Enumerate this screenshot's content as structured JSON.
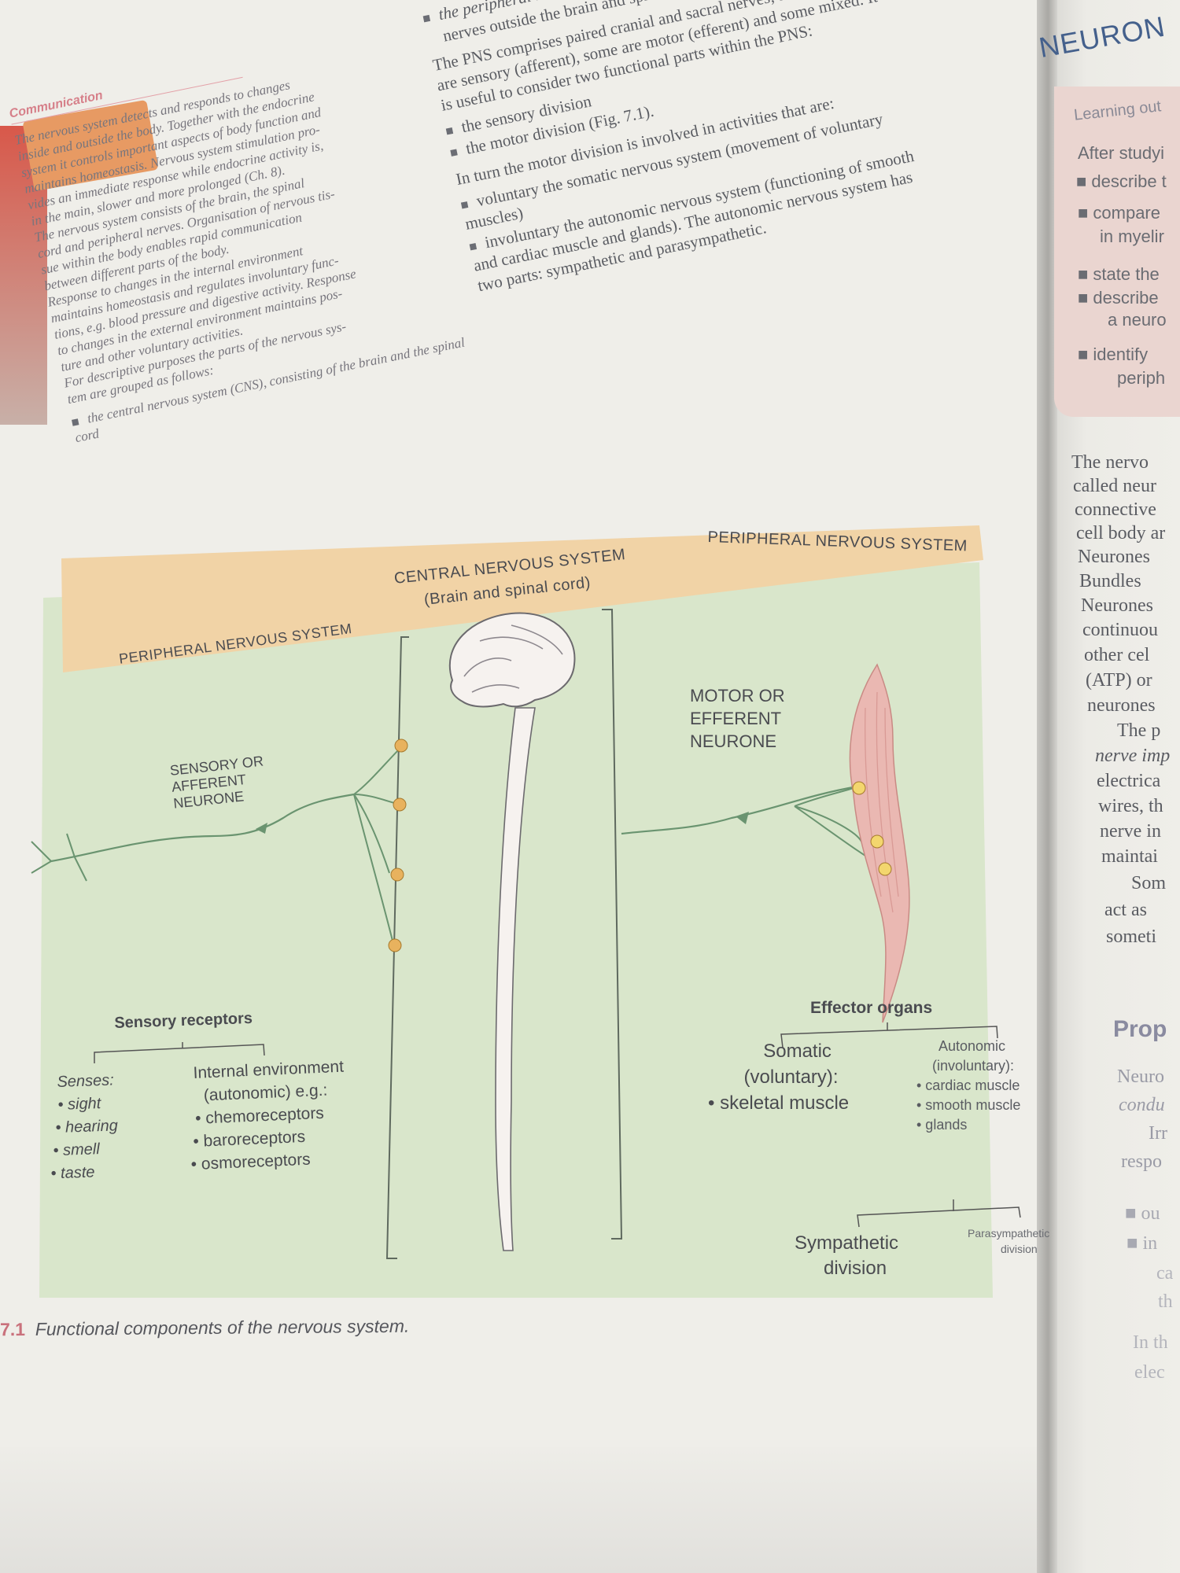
{
  "left_page": {
    "header": "Communication",
    "col_left": [
      "The nervous system detects and responds to changes",
      "inside and outside the body. Together with the endocrine",
      "system it controls important aspects of body function and",
      "maintains homeostasis. Nervous system stimulation pro-",
      "vides an immediate response while endocrine activity is,",
      "in the main, slower and more prolonged (Ch. 8).",
      "The nervous system consists of the brain, the spinal",
      "cord and peripheral nerves. Organisation of nervous tis-",
      "sue within the body enables rapid communication",
      "between different parts of the body.",
      "Response to changes in the internal environment",
      "maintains homeostasis and regulates involuntary func-",
      "tions, e.g. blood pressure and digestive activity. Response",
      "to changes in the external environment maintains pos-",
      "ture and other voluntary activities.",
      "For descriptive purposes the parts of the nervous sys-",
      "tem are grouped as follows:"
    ],
    "col_left_bullet": "the central nervous system (CNS), consisting of the brain and the spinal cord",
    "col_right": [
      "the peripheral nervous system (PNS), consisting of all the",
      "nerves outside the brain and spinal cord."
    ],
    "col_right_para": "The PNS comprises paired cranial and sacral nerves; some of these are sensory (afferent), some are motor (efferent) and some mixed. It is useful to consider two functional parts within the PNS:",
    "col_right_bullets": [
      "the sensory division",
      "the motor division (Fig. 7.1)."
    ],
    "col_right_para2": "In turn the motor division is involved in activities that are:",
    "col_right_bullets2": [
      "voluntary the somatic nervous system (movement of voluntary muscles)",
      "involuntary the autonomic nervous system (functioning of smooth and cardiac muscle and glands). The autonomic nervous system has two parts: sympathetic and parasympathetic."
    ]
  },
  "diagram": {
    "banner_left": "PERIPHERAL NERVOUS SYSTEM",
    "banner_center_1": "CENTRAL NERVOUS SYSTEM",
    "banner_center_2": "(Brain and spinal cord)",
    "banner_right": "PERIPHERAL NERVOUS SYSTEM",
    "sensory_neurone": [
      "SENSORY OR",
      "AFFERENT",
      "NEURONE"
    ],
    "motor_neurone": [
      "MOTOR OR",
      "EFFERENT",
      "NEURONE"
    ],
    "sensory_receptors": "Sensory receptors",
    "senses_title": "Senses:",
    "senses": [
      "• sight",
      "• hearing",
      "• smell",
      "• taste"
    ],
    "internal_title_1": "Internal environment",
    "internal_title_2": "(autonomic) e.g.:",
    "internal": [
      "• chemoreceptors",
      "• baroreceptors",
      "• osmoreceptors"
    ],
    "effector_organs": "Effector organs",
    "somatic_1": "Somatic",
    "somatic_2": "(voluntary):",
    "somatic_item": "• skeletal muscle",
    "autonomic_1": "Autonomic",
    "autonomic_2": "(involuntary):",
    "autonomic_items": [
      "• cardiac muscle",
      "• smooth muscle",
      "• glands"
    ],
    "sympathetic_1": "Sympathetic",
    "sympathetic_2": "division",
    "parasympathetic_1": "Parasympathetic",
    "parasympathetic_2": "division"
  },
  "caption": {
    "number": "7.1",
    "text": "Functional components of the nervous system."
  },
  "right_page": {
    "title": "NEURON",
    "box_title": "Learning out",
    "box_lines": [
      "After studyi",
      "■ describe t",
      "■ compare",
      "in myelir",
      "■ state the",
      "■ describe",
      "a neuro",
      "■ identify",
      "periph"
    ],
    "body_lines": [
      "The nervo",
      "called neur",
      "connective",
      "cell body ar",
      "Neurones",
      "Bundles",
      "Neurones",
      "continuou",
      "other cel",
      "(ATP) or",
      "neurones",
      "The p",
      "nerve imp",
      "electrica",
      "wires, th",
      "nerve in",
      "maintai",
      "Som",
      "act as",
      "someti"
    ],
    "heading": "Prop",
    "lower_lines": [
      "Neuro",
      "condu",
      "Irr",
      "respo",
      "■ ou",
      "■ in",
      "ca",
      "th",
      "In th",
      "elec"
    ]
  },
  "colors": {
    "diagram_bg": "#d9e6cb",
    "banner": "#f1d3a6",
    "nerve": "#6a9470",
    "node": "#e8b25e",
    "muscle": "#eab8b2",
    "accent_pink": "#c9717c",
    "title_blue": "#44608c"
  }
}
